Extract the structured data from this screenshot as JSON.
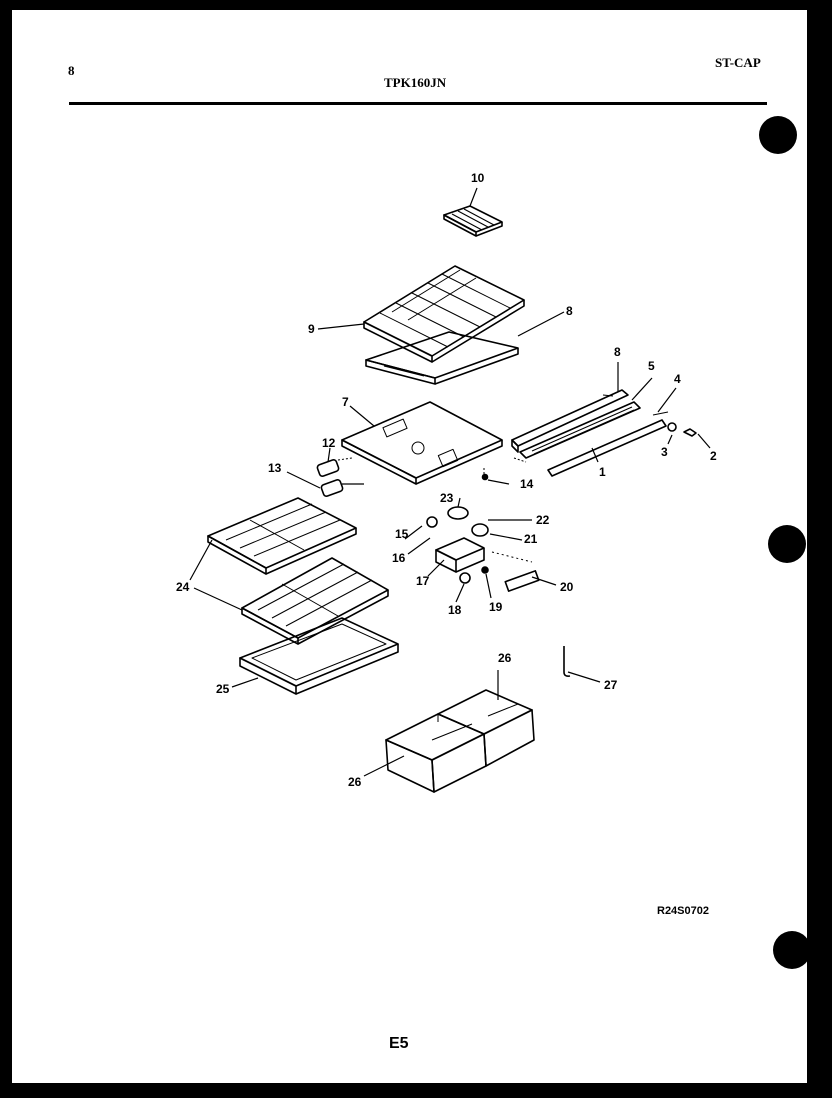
{
  "header": {
    "page_number": "8",
    "model": "TPK160JN",
    "section_code": "ST-CAP"
  },
  "diagram": {
    "callouts": [
      "10",
      "9",
      "8",
      "8",
      "5",
      "4",
      "7",
      "12",
      "13",
      "3",
      "2",
      "1",
      "14",
      "23",
      "22",
      "15",
      "21",
      "16",
      "17",
      "20",
      "18",
      "19",
      "24",
      "26",
      "27",
      "25",
      "26"
    ]
  },
  "footer": {
    "drawing_number": "R24S0702",
    "page_label": "E5"
  }
}
